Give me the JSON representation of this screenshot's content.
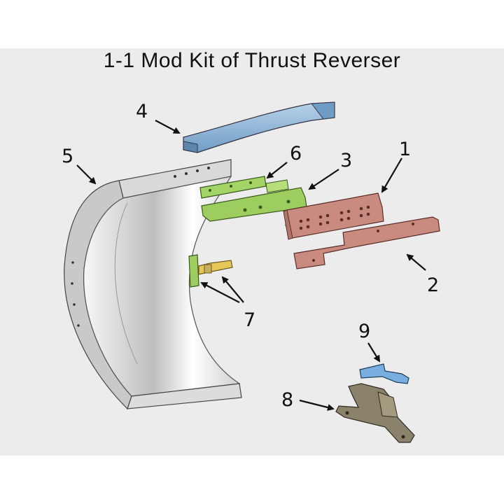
{
  "title": "1-1  Mod Kit of Thrust Reverser",
  "parts": [
    {
      "number": "1",
      "color": "#c98a7f"
    },
    {
      "number": "2",
      "color": "#c98a7f"
    },
    {
      "number": "3",
      "color": "#9ccd5e"
    },
    {
      "number": "4",
      "color": "#8fb6d9"
    },
    {
      "number": "5",
      "color": "#d8d8d8"
    },
    {
      "number": "6",
      "color": "#9ccd5e"
    },
    {
      "number": "7",
      "color": "#9ccd5e"
    },
    {
      "number": "8",
      "color": "#8a826a"
    },
    {
      "number": "9",
      "color": "#78aee0"
    }
  ]
}
